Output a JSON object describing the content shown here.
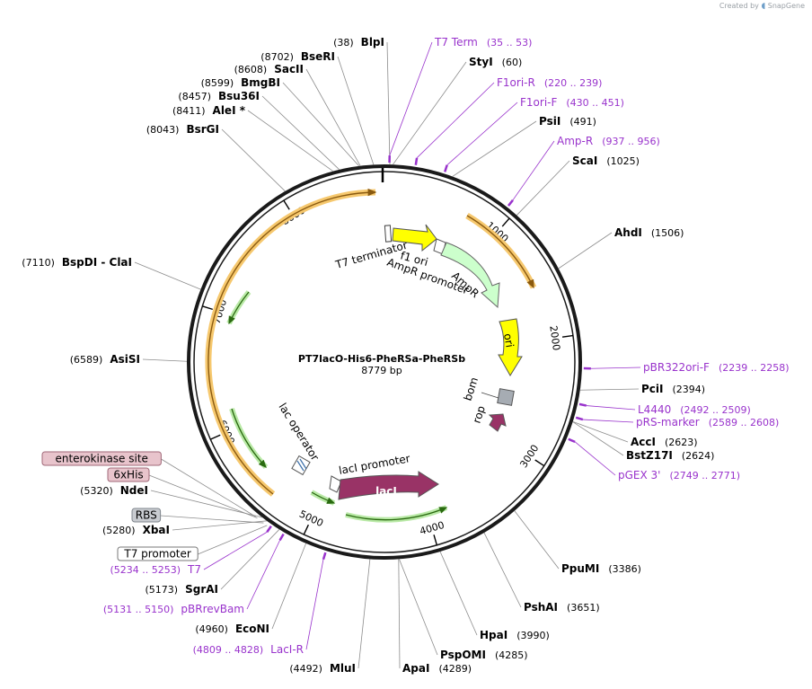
{
  "watermark": {
    "created_by": "Created by",
    "brand": "SnapGene"
  },
  "plasmid": {
    "name": "PT7lacO-His6-PheRSa-PheRSb",
    "size_label": "8779 bp",
    "length": 8779
  },
  "ticks": [
    "1000",
    "2000",
    "3000",
    "4000",
    "5000",
    "6000",
    "7000",
    "8000"
  ],
  "features": [
    {
      "name": "T7 terminator",
      "label": "T7 terminator",
      "type": "terminator",
      "color": "#ffffff"
    },
    {
      "name": "f1 ori",
      "label": "f1 ori",
      "type": "rep_origin",
      "color": "#ffff00"
    },
    {
      "name": "AmpR promoter",
      "label": "AmpR promoter",
      "type": "promoter",
      "color": "#ffffff"
    },
    {
      "name": "AmpR",
      "label": "AmpR",
      "type": "CDS",
      "color": "#ccffcc"
    },
    {
      "name": "ori",
      "label": "ori",
      "type": "rep_origin",
      "color": "#ffff00"
    },
    {
      "name": "bom",
      "label": "bom",
      "type": "misc",
      "color": "#a6acb3"
    },
    {
      "name": "rop",
      "label": "rop",
      "type": "CDS",
      "color": "#993366"
    },
    {
      "name": "lacI promoter",
      "label": "lacI promoter",
      "type": "promoter",
      "color": "#ffffff"
    },
    {
      "name": "lacI",
      "label": "lacI",
      "type": "CDS",
      "color": "#993366"
    },
    {
      "name": "lac operator",
      "label": "lac operator",
      "type": "protein_bind",
      "color": "#ffffff"
    }
  ],
  "restriction_sites": [
    {
      "pos": "(38)",
      "name": "BlpI"
    },
    {
      "pos": "(60)",
      "name": "StyI"
    },
    {
      "pos": "(491)",
      "name": "PsiI"
    },
    {
      "pos": "(1025)",
      "name": "ScaI"
    },
    {
      "pos": "(1506)",
      "name": "AhdI"
    },
    {
      "pos": "(2394)",
      "name": "PciI"
    },
    {
      "pos": "(2623)",
      "name": "AccI"
    },
    {
      "pos": "(2624)",
      "name": "BstZ17I"
    },
    {
      "pos": "(3386)",
      "name": "PpuMI"
    },
    {
      "pos": "(3651)",
      "name": "PshAI"
    },
    {
      "pos": "(3990)",
      "name": "HpaI"
    },
    {
      "pos": "(4285)",
      "name": "PspOMI"
    },
    {
      "pos": "(4289)",
      "name": "ApaI"
    },
    {
      "pos": "(4492)",
      "name": "MluI"
    },
    {
      "pos": "(4960)",
      "name": "EcoNI"
    },
    {
      "pos": "(5173)",
      "name": "SgrAI"
    },
    {
      "pos": "(5280)",
      "name": "XbaI"
    },
    {
      "pos": "(5320)",
      "name": "NdeI"
    },
    {
      "pos": "(6589)",
      "name": "AsiSI"
    },
    {
      "pos": "(7110)",
      "name": "BspDI - ClaI"
    },
    {
      "pos": "(8043)",
      "name": "BsrGI"
    },
    {
      "pos": "(8411)",
      "name": "AleI *"
    },
    {
      "pos": "(8457)",
      "name": "Bsu36I"
    },
    {
      "pos": "(8599)",
      "name": "BmgBI"
    },
    {
      "pos": "(8608)",
      "name": "SacII"
    },
    {
      "pos": "(8702)",
      "name": "BseRI"
    }
  ],
  "primers": [
    {
      "name": "T7 Term",
      "range": "(35 .. 53)"
    },
    {
      "name": "F1ori-R",
      "range": "(220 .. 239)"
    },
    {
      "name": "F1ori-F",
      "range": "(430 .. 451)"
    },
    {
      "name": "Amp-R",
      "range": "(937 .. 956)"
    },
    {
      "name": "pBR322ori-F",
      "range": "(2239 .. 2258)"
    },
    {
      "name": "L4440",
      "range": "(2492 .. 2509)"
    },
    {
      "name": "pRS-marker",
      "range": "(2589 .. 2608)"
    },
    {
      "name": "pGEX 3'",
      "range": "(2749 .. 2771)"
    },
    {
      "name": "LacI-R",
      "range": "(4809 .. 4828)"
    },
    {
      "name": "pBRrevBam",
      "range": "(5131 .. 5150)"
    },
    {
      "name": "T7",
      "range": "(5234 .. 5253)"
    }
  ],
  "boxed_features": [
    {
      "label": "enterokinase site",
      "fill": "#e8c4cc",
      "border": "#a06878"
    },
    {
      "label": "6xHis",
      "fill": "#e8c4cc",
      "border": "#a06878"
    },
    {
      "label": "RBS",
      "fill": "#c8cbd0",
      "border": "#7f858c"
    },
    {
      "label": "T7 promoter",
      "fill": "#ffffff",
      "border": "#777777"
    }
  ]
}
